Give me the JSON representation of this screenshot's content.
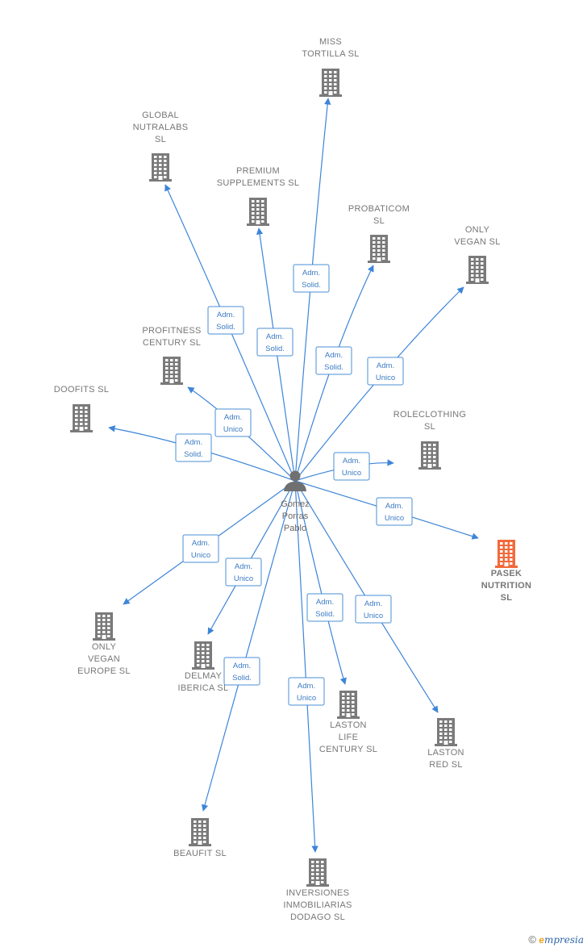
{
  "center": {
    "name": [
      "Gomez",
      "Porras",
      "Pablo"
    ]
  },
  "colors": {
    "edge": "#3d85d8",
    "building": "#7a7a7a",
    "highlight": "#f26a3c"
  },
  "companies": [
    {
      "id": "miss-tortilla",
      "lines": [
        "MISS",
        "TORTILLA  SL"
      ],
      "role": [
        "Adm.",
        "Solid."
      ]
    },
    {
      "id": "global-nutralabs",
      "lines": [
        "GLOBAL",
        "NUTRALABS",
        "SL"
      ],
      "role": [
        "Adm.",
        "Solid."
      ]
    },
    {
      "id": "premium-supplements",
      "lines": [
        "PREMIUM",
        "SUPPLEMENTS  SL"
      ],
      "role": [
        "Adm.",
        "Solid."
      ]
    },
    {
      "id": "probaticom",
      "lines": [
        "PROBATICOM",
        "SL"
      ],
      "role": [
        "Adm.",
        "Solid."
      ]
    },
    {
      "id": "only-vegan",
      "lines": [
        "ONLY",
        "VEGAN  SL"
      ],
      "role": [
        "Adm.",
        "Unico"
      ]
    },
    {
      "id": "profitness-century",
      "lines": [
        "PROFITNESS",
        "CENTURY  SL"
      ],
      "role": [
        "Adm.",
        "Unico"
      ]
    },
    {
      "id": "doofits",
      "lines": [
        "DOOFITS  SL"
      ],
      "role": [
        "Adm.",
        "Solid."
      ]
    },
    {
      "id": "roleclothing",
      "lines": [
        "ROLECLOTHING",
        "SL"
      ],
      "role": [
        "Adm.",
        "Unico"
      ]
    },
    {
      "id": "pasek-nutrition",
      "lines": [
        "PASEK",
        "NUTRITION",
        "SL"
      ],
      "role": [
        "Adm.",
        "Unico"
      ],
      "highlight": true
    },
    {
      "id": "only-vegan-europe",
      "lines": [
        "ONLY",
        "VEGAN",
        "EUROPE  SL"
      ],
      "role": [
        "Adm.",
        "Unico"
      ]
    },
    {
      "id": "delmay-iberica",
      "lines": [
        "DELMAY",
        "IBERICA SL"
      ],
      "role": [
        "Adm.",
        "Unico"
      ]
    },
    {
      "id": "laston-life-century",
      "lines": [
        "LASTON",
        "LIFE",
        "CENTURY  SL"
      ],
      "role": [
        "Adm.",
        "Solid."
      ]
    },
    {
      "id": "laston-red",
      "lines": [
        "LASTON",
        "RED SL"
      ],
      "role": [
        "Adm.",
        "Unico"
      ]
    },
    {
      "id": "beaufit",
      "lines": [
        "BEAUFIT  SL"
      ],
      "role": [
        "Adm.",
        "Solid."
      ]
    },
    {
      "id": "inversiones-inmobiliarias-dodago",
      "lines": [
        "INVERSIONES",
        "INMOBILIARIAS",
        "DODAGO  SL"
      ],
      "role": [
        "Adm.",
        "Unico"
      ]
    }
  ],
  "footer": {
    "copyright": "©",
    "brand_initial": "e",
    "brand_rest": "mpresia"
  }
}
